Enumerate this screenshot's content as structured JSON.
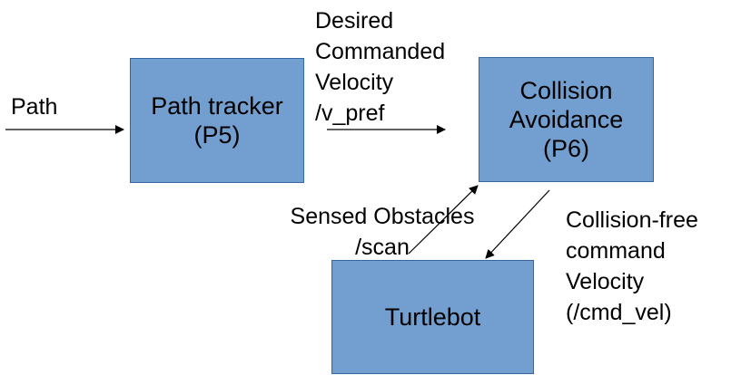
{
  "boxes": {
    "path_tracker": {
      "lines": [
        "Path tracker",
        "(P5)"
      ]
    },
    "collision_avoidance": {
      "lines": [
        "Collision",
        "Avoidance",
        "(P6)"
      ]
    },
    "turtlebot": {
      "lines": [
        "Turtlebot"
      ]
    }
  },
  "labels": {
    "path_in": "Path",
    "desired_velocity": [
      "Desired",
      "Commanded",
      "Velocity",
      "/v_pref"
    ],
    "sensed_obstacles": [
      "Sensed Obstacles",
      "/scan"
    ],
    "cmd_vel": [
      "Collision-free",
      "command",
      "Velocity",
      "(/cmd_vel)"
    ]
  },
  "colors": {
    "box_fill": "#729fcf",
    "box_border": "#3465a4",
    "arrow": "#000000"
  }
}
